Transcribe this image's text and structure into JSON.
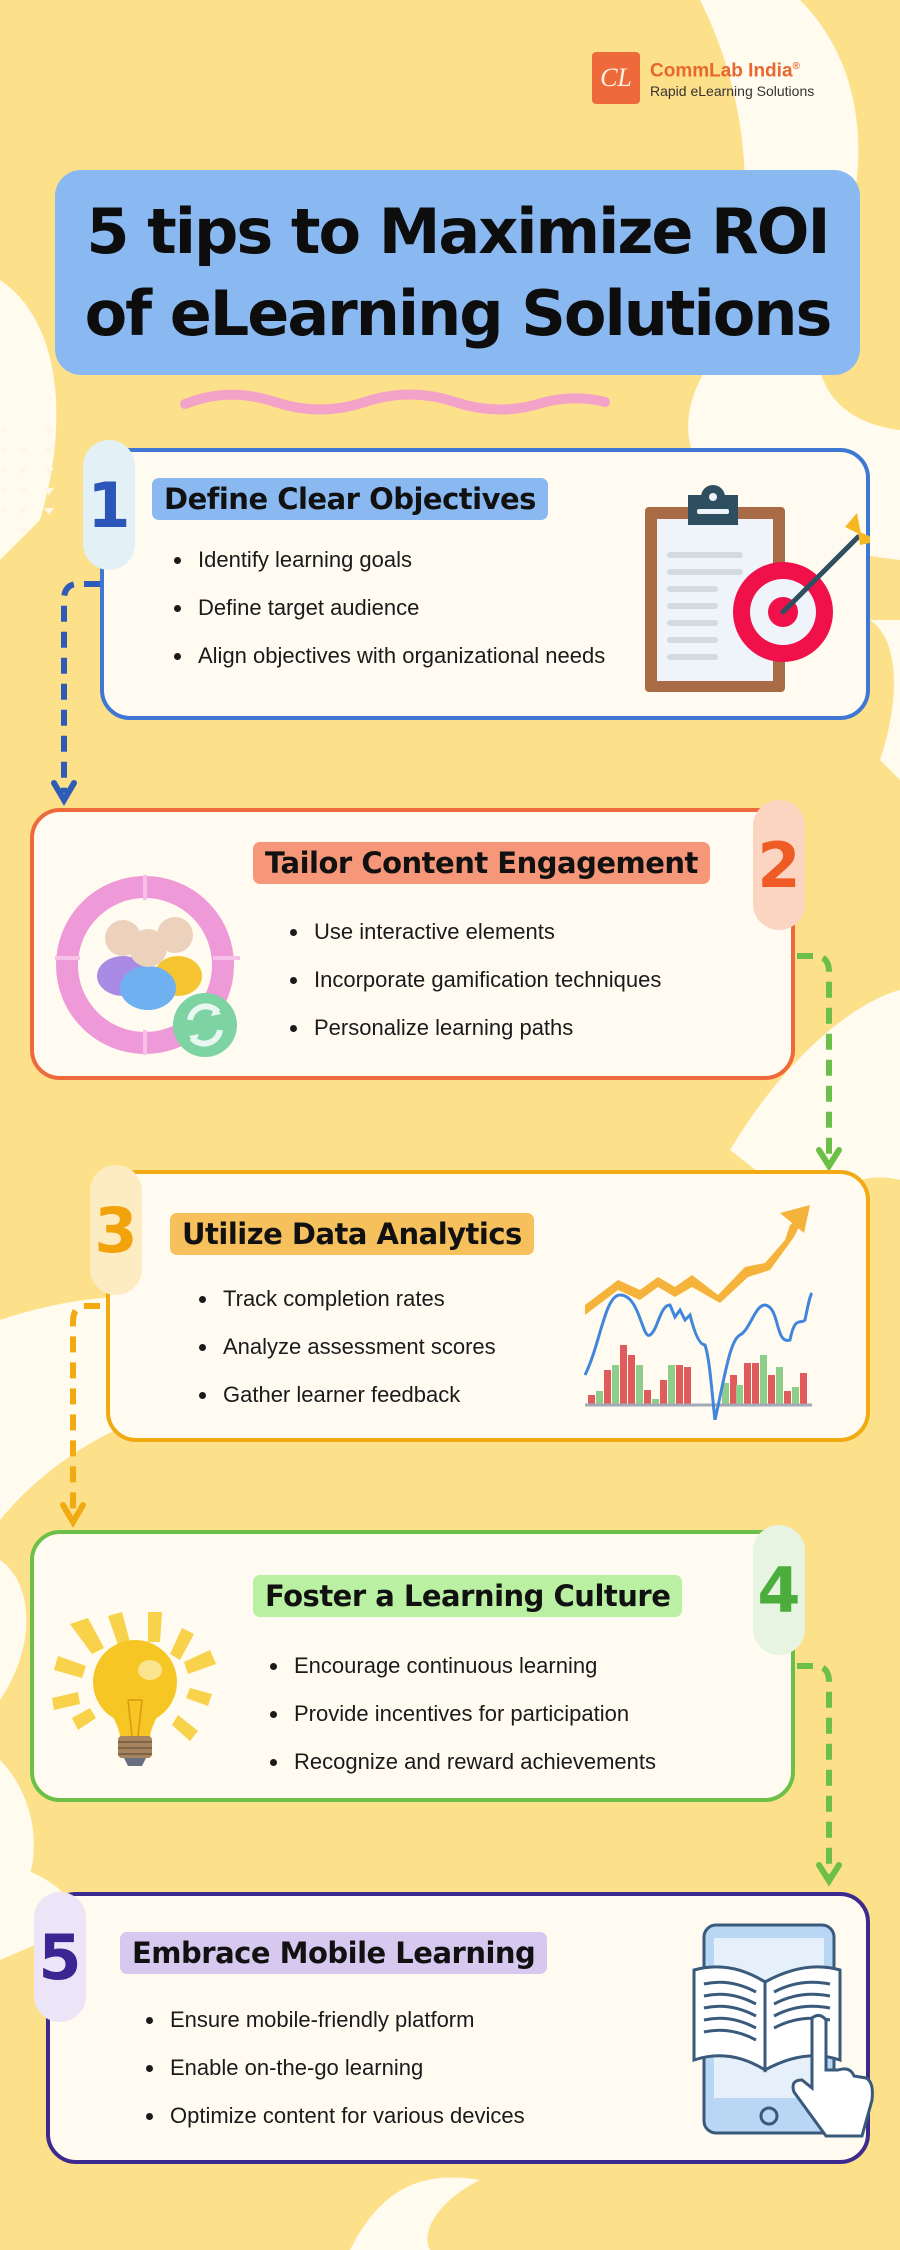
{
  "brand": {
    "logo_mark": "CL",
    "name": "CommLab India",
    "registered": "®",
    "tagline": "Rapid eLearning Solutions",
    "color": "#ef6a3a"
  },
  "title": {
    "line1": "5 tips to Maximize ROI",
    "line2": "of eLearning Solutions",
    "background": "#8ab9f2"
  },
  "tips": [
    {
      "number": "1",
      "heading": "Define Clear Objectives",
      "color": "#3a6fd1",
      "heading_bg": "#8ab9f2",
      "icon": "clipboard-target-icon",
      "bullets": [
        "Identify learning goals",
        "Define target audience",
        "Align objectives with organizational needs"
      ]
    },
    {
      "number": "2",
      "heading": "Tailor Content Engagement",
      "color": "#ee6a3c",
      "heading_bg": "#f7977a",
      "icon": "audience-refresh-icon",
      "bullets": [
        "Use interactive elements",
        "Incorporate gamification techniques",
        "Personalize learning paths"
      ]
    },
    {
      "number": "3",
      "heading": "Utilize Data Analytics",
      "color": "#f2aa13",
      "heading_bg": "#f6c05c",
      "icon": "analytics-chart-icon",
      "bullets": [
        "Track completion rates",
        "Analyze assessment scores",
        "Gather learner feedback"
      ]
    },
    {
      "number": "4",
      "heading": "Foster a Learning Culture",
      "color": "#5fb74e",
      "heading_bg": "#b9f0a2",
      "icon": "lightbulb-icon",
      "bullets": [
        "Encourage continuous learning",
        "Provide incentives for participation",
        "Recognize and reward achievements"
      ]
    },
    {
      "number": "5",
      "heading": "Embrace Mobile Learning",
      "color": "#3d2a8f",
      "heading_bg": "#d6c8ee",
      "icon": "mobile-book-icon",
      "bullets": [
        "Ensure mobile-friendly platform",
        "Enable on-the-go learning",
        "Optimize content for various devices"
      ]
    }
  ]
}
